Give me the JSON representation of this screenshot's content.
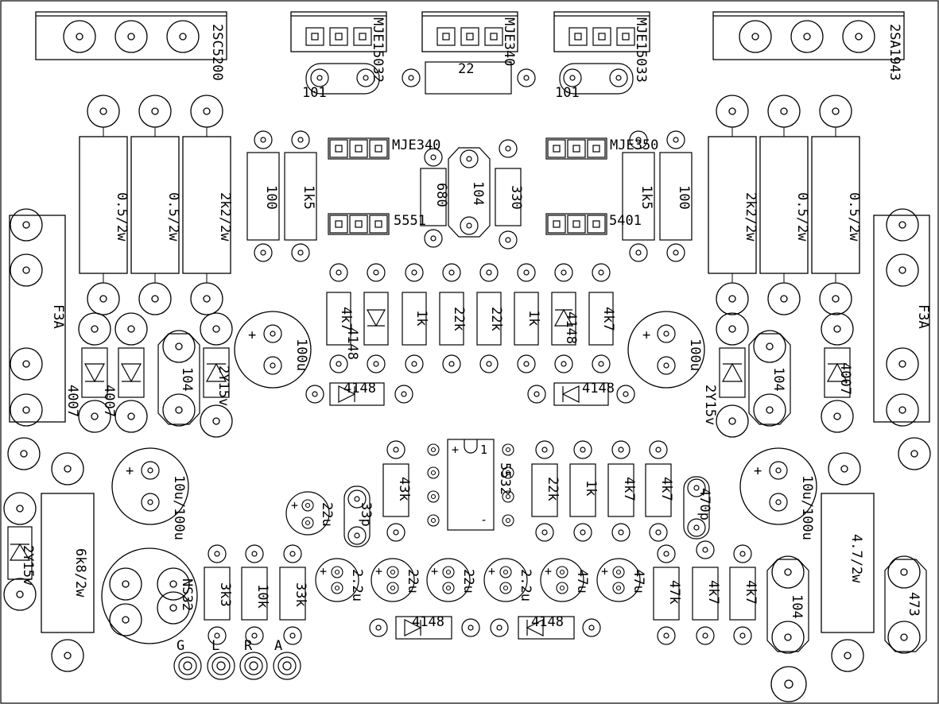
{
  "colors": {
    "ink": "#000000",
    "board": "#ffffff"
  },
  "labels": {
    "q1": "2SC5200",
    "q2": "2SA1943",
    "q3": "MJE15032",
    "q4": "MJE340",
    "q5": "MJE15033",
    "q6": "MJE340",
    "q7": "MJE350",
    "q8": "5551",
    "q9": "5401",
    "c_22": "22",
    "c_101a": "101",
    "c_101b": "101",
    "r_05a": "0.5/2w",
    "r_05b": "0.5/2w",
    "r_2k2a": "2k2/2w",
    "r_2k2b": "2k2/2w",
    "r_05c": "0.5/2w",
    "r_05d": "0.5/2w",
    "r_100a": "100",
    "r_1k5a": "1k5",
    "r_680": "680",
    "c_104a": "104",
    "r_330": "330",
    "r_1k5b": "1k5",
    "r_100b": "100",
    "f1": "F3A",
    "f2": "F3A",
    "d_4007a": "4007",
    "d_4007b": "4007",
    "d_4007c": "4007",
    "c_104b": "104",
    "z_15a": "2Y15v",
    "c_100u_a": "100u",
    "r_4k7a": "4k7",
    "d_4148a": "4148",
    "r_1ka": "1k",
    "r_22ka": "22k",
    "r_22kb": "22k",
    "r_1kb": "1k",
    "d_4148b": "4148",
    "r_4k7b": "4k7",
    "c_100u_b": "100u",
    "z_15b": "2Y15v",
    "c_104c": "104",
    "d_4148c": "4148",
    "d_4148d": "4148",
    "ic": "5532",
    "ic_plus": "+",
    "ic_one": "1",
    "ic_minus": "-",
    "r_43k": "43k",
    "r_22kc": "22k",
    "r_1kc": "1k",
    "r_4k7c": "4k7",
    "r_4k7d": "4k7",
    "c_470p": "470p",
    "c_10u_a": "10u/100u",
    "c_10u_b": "10u/100u",
    "c_22u": "22u",
    "c_33p": "33p",
    "z_15c": "2Y15v",
    "r_6k8": "6k8/2w",
    "c_ns32": "NS32",
    "r_3k3": "3k3",
    "r_10k": "10k",
    "r_33k": "33k",
    "c_2u2a": "2.2u",
    "c_22a": "22u",
    "c_22b": "22u",
    "c_2u2b": "2.2u",
    "c_47a": "47u",
    "c_47b": "47u",
    "d_4148e": "4148",
    "d_4148f": "4148",
    "r_47k": "47k",
    "r_4k7e": "4k7",
    "r_4k7f": "4k7",
    "r_47_2w": "4.7/2w",
    "c_104d": "104",
    "c_473": "473",
    "pad_g": "G",
    "pad_l": "L",
    "pad_r": "R",
    "pad_a": "A",
    "plus": "+"
  }
}
